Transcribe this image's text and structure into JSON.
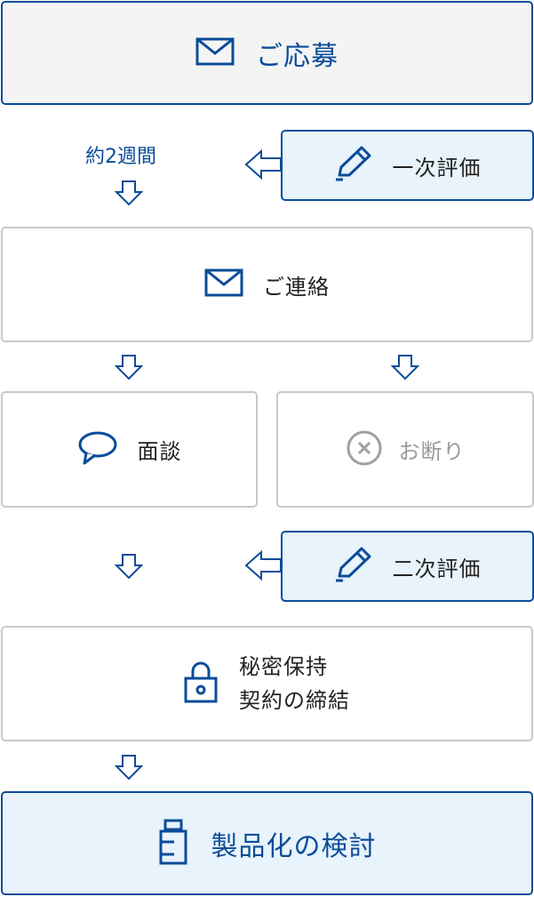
{
  "flow": {
    "apply": {
      "label": "ご応募",
      "icon": "mail-icon"
    },
    "duration": {
      "label": "約2週間"
    },
    "first_review": {
      "label": "一次評価",
      "icon": "pencil-icon"
    },
    "contact": {
      "label": "ご連絡",
      "icon": "mail-icon"
    },
    "interview": {
      "label": "面談",
      "icon": "speech-bubble-icon"
    },
    "decline": {
      "label": "お断り",
      "icon": "close-circle-icon"
    },
    "second_review": {
      "label": "二次評価",
      "icon": "pencil-icon"
    },
    "nda": {
      "line1": "秘密保持",
      "line2": "契約の締結",
      "icon": "lock-icon"
    },
    "product": {
      "label": "製品化の検討",
      "icon": "product-bottle-icon"
    }
  },
  "colors": {
    "brand_blue": "#0b4c99",
    "light_blue_fill": "#e8f3fb",
    "gray_border": "#c8c8c8",
    "gray_text": "#9a9a9a"
  }
}
